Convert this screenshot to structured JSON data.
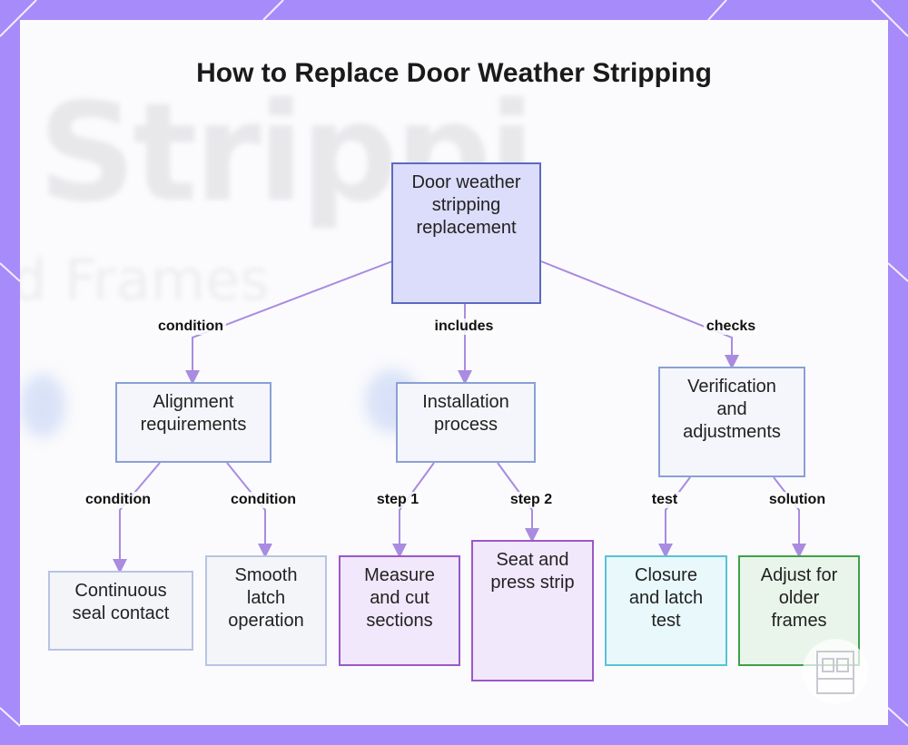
{
  "title": "How to Replace Door Weather Stripping",
  "nodes": {
    "root": "Door weather stripping replacement",
    "alignment": "Alignment requirements",
    "installation": "Installation process",
    "verification": "Verification and adjustments",
    "seal": "Continuous seal contact",
    "latch_op": "Smooth latch operation",
    "measure": "Measure and cut sections",
    "seat": "Seat and press strip",
    "closure": "Closure and latch test",
    "adjust": "Adjust for older frames"
  },
  "edges": {
    "root_alignment": "condition",
    "root_installation": "includes",
    "root_verification": "checks",
    "alignment_seal": "condition",
    "alignment_latch": "condition",
    "installation_measure": "step 1",
    "installation_seat": "step 2",
    "verification_closure": "test",
    "verification_adjust": "solution"
  },
  "colors": {
    "background": "#a78bfa",
    "edge": "#a98be0",
    "root_fill": "#dcdcfb",
    "purple_node": "#9b58c8",
    "cyan_node": "#58c3d6",
    "green_node": "#3fa04a"
  }
}
